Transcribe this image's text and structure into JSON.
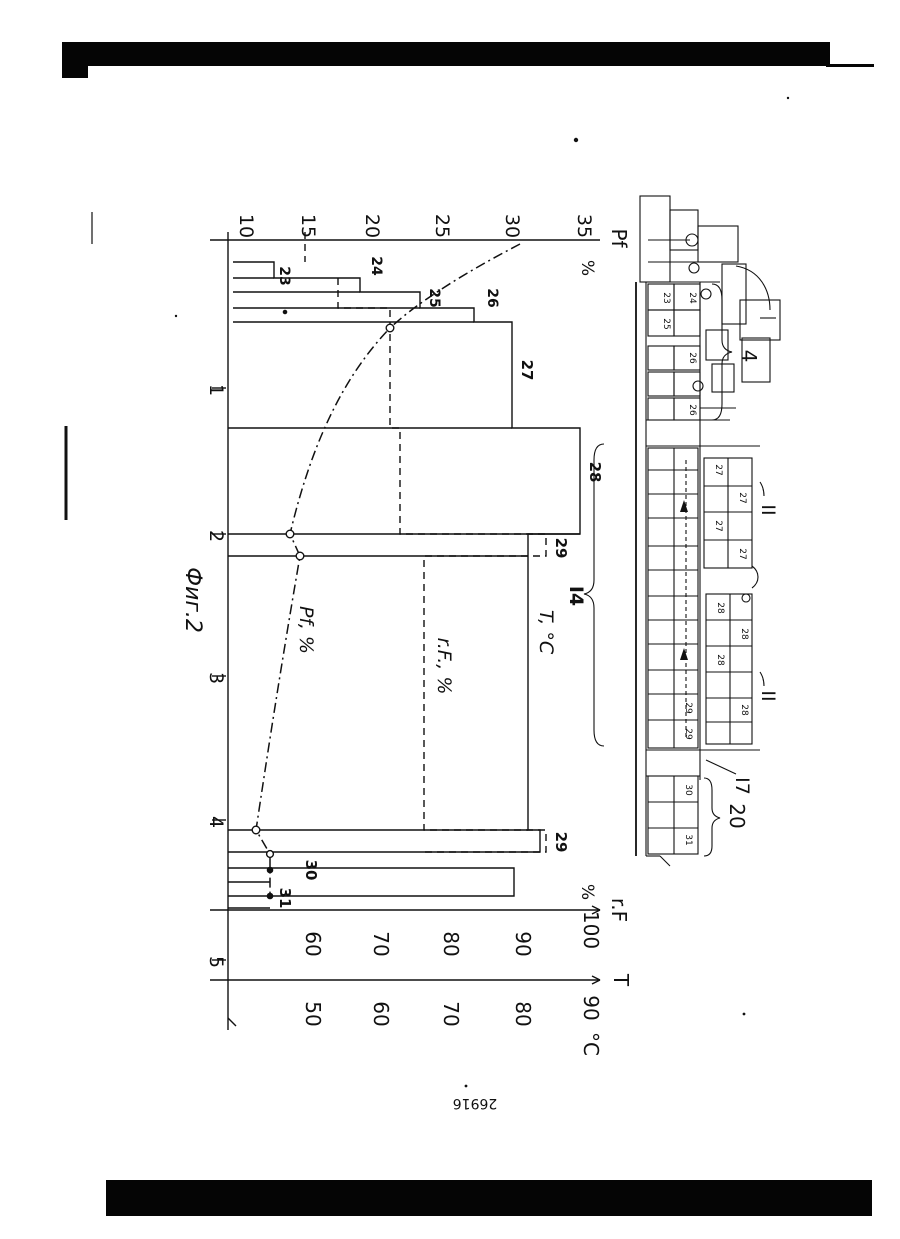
{
  "page": {
    "number": "26916"
  },
  "process_diagram": {
    "axes": {
      "pf_label": "Pf",
      "pf_unit": "%",
      "pf_ticks": [
        "10",
        "15",
        "20",
        "25",
        "30",
        "35"
      ],
      "time_ticks": [
        "1",
        "2",
        "3",
        "4",
        "5"
      ],
      "rf_label": "r.F",
      "rf_unit": "%",
      "rf_ticks": [
        "60",
        "70",
        "80",
        "90",
        "100"
      ],
      "t_label": "T",
      "t_unit": "°C",
      "t_ticks": [
        "50",
        "60",
        "70",
        "80",
        "90"
      ]
    },
    "curve_labels": {
      "pf": "Pf, %",
      "rf": "r.F., %",
      "t": "T, °C"
    },
    "zone_numbers": [
      "23",
      "24",
      "25",
      "26",
      "27",
      "28",
      "29",
      "29",
      "30",
      "31"
    ],
    "figure_caption": "Фиг.2"
  },
  "plant_schematic": {
    "labels": {
      "section_4": "4",
      "section_14": "I4",
      "section_11_upper": "II",
      "section_11_lower": "II",
      "section_17": "I7",
      "section_20": "20"
    },
    "cell_labels": [
      "23",
      "24",
      "25",
      "26",
      "26",
      "27",
      "27",
      "27",
      "27",
      "28",
      "28",
      "28",
      "28",
      "29",
      "29",
      "30",
      "31"
    ]
  },
  "colors": {
    "ink": "#111111",
    "paper": "#ffffff",
    "band": "#050505"
  }
}
